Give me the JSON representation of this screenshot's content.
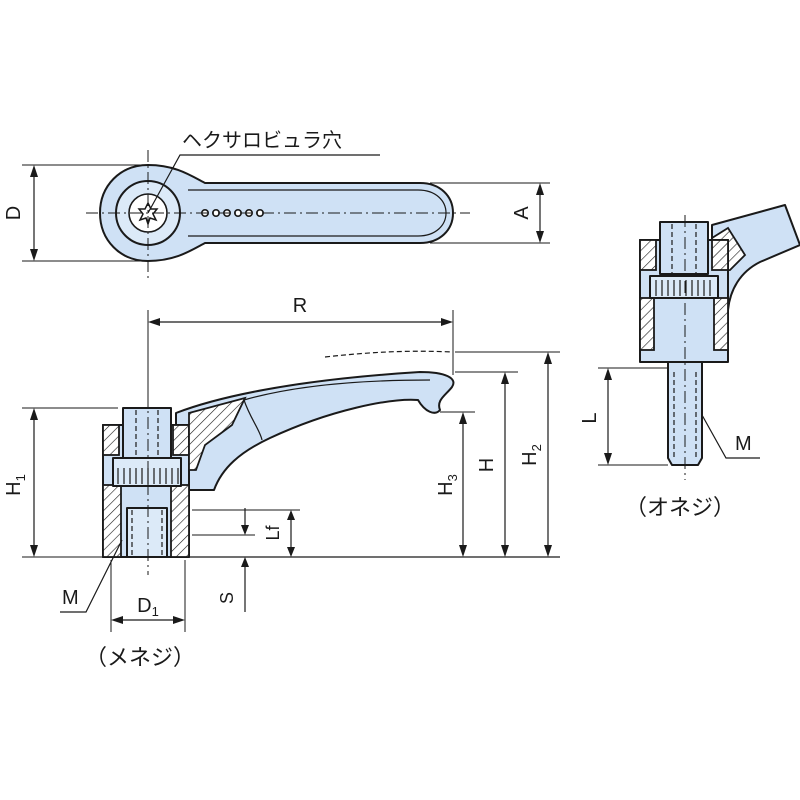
{
  "labels": {
    "hex_socket_callout": "ヘクサロビュラ穴",
    "D": "D",
    "A": "A",
    "R": "R",
    "H1": "H",
    "H1_sub": "1",
    "H": "H",
    "H2": "H",
    "H2_sub": "2",
    "H3": "H",
    "H3_sub": "3",
    "Lf": "Lf",
    "S": "S",
    "D1": "D",
    "D1_sub": "1",
    "M_female": "M",
    "M_male": "M",
    "L": "L",
    "female_thread": "（メネジ）",
    "male_thread": "（オネジ）"
  },
  "colors": {
    "part_fill": "#cfe1f5",
    "line": "#1a1a1a",
    "background": "#ffffff"
  }
}
